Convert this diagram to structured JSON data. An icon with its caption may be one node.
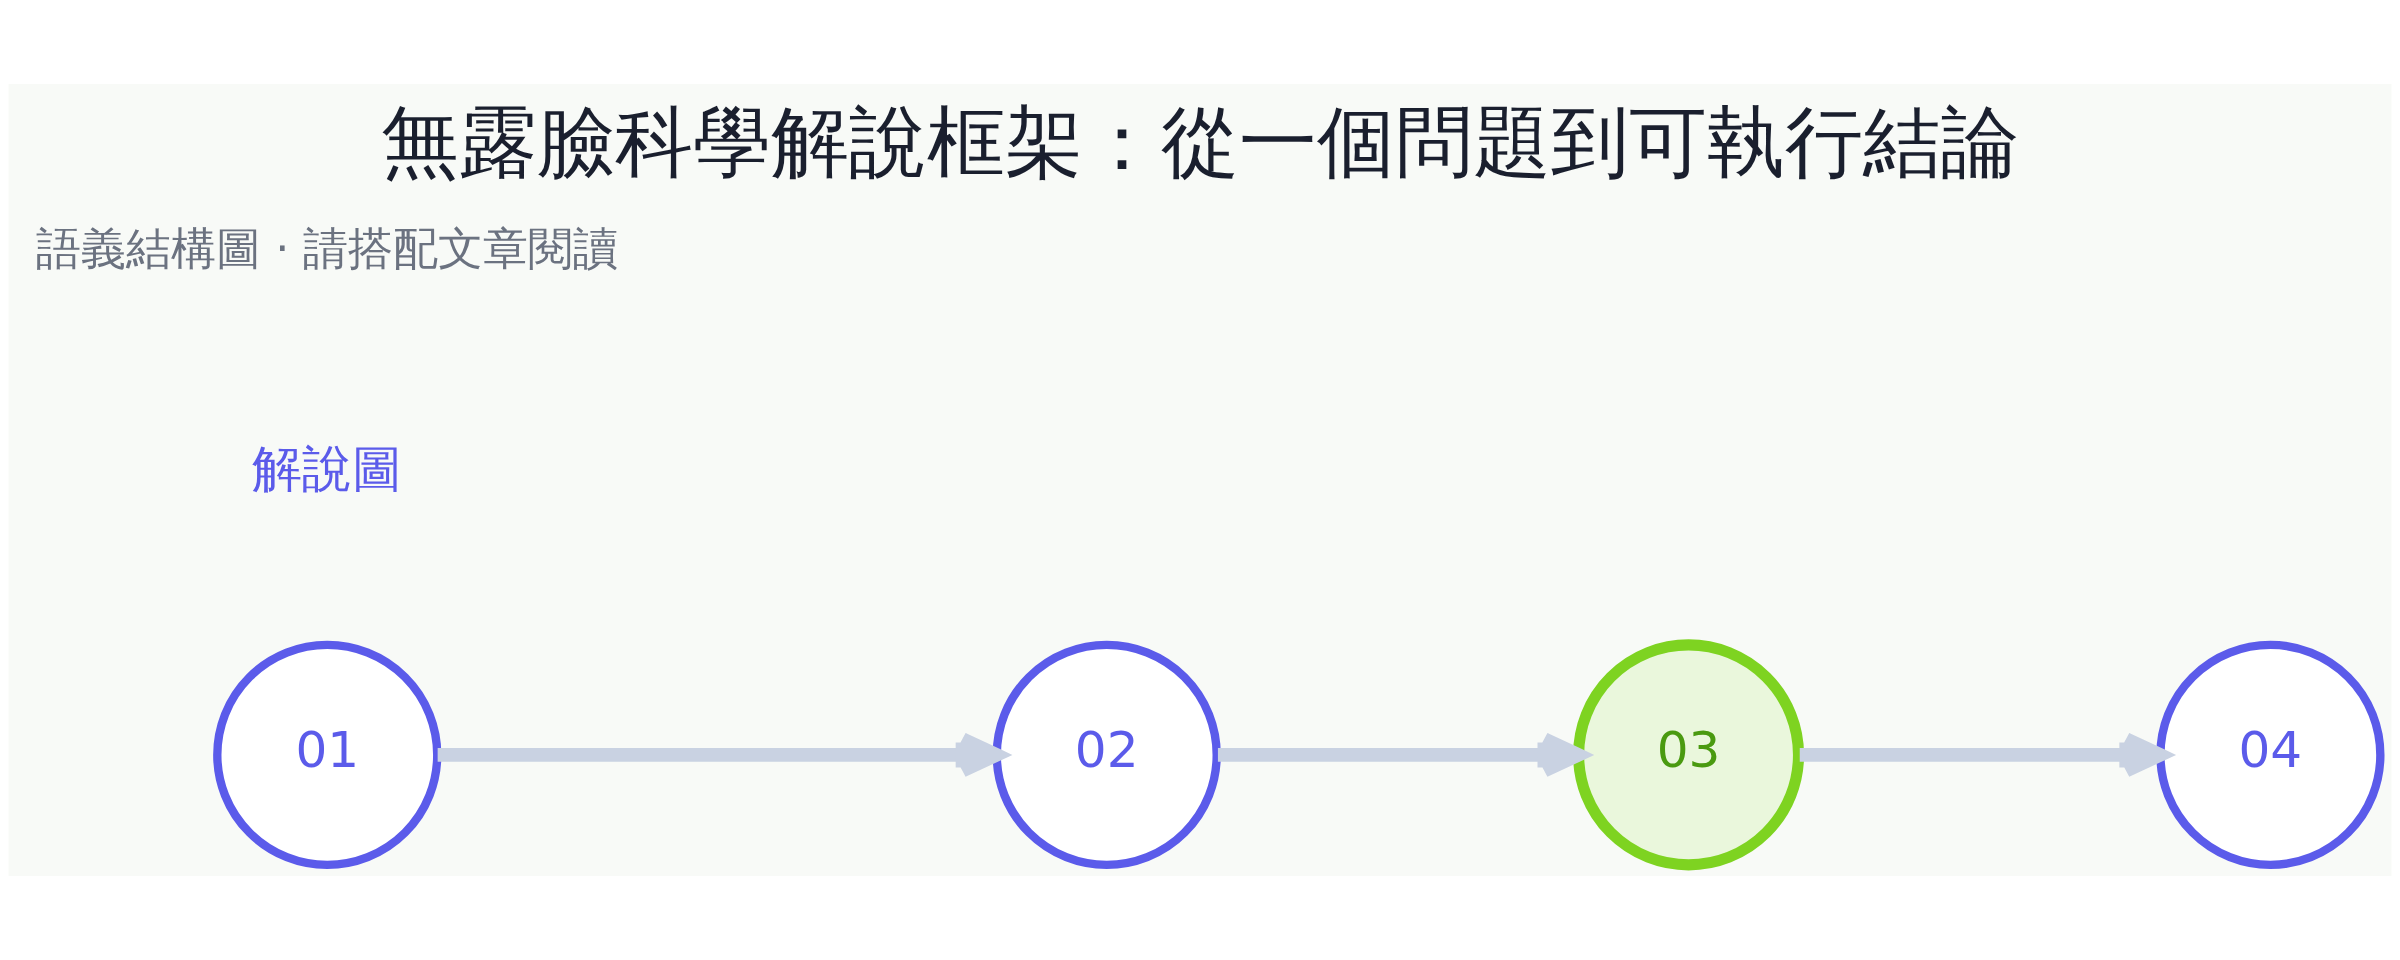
{
  "diagram": {
    "title": "無露臉科學解說框架：從一個問題到可執行結論",
    "caption": "語義結構圖 · 請搭配文章閱讀",
    "nodes": [
      {
        "text": [
          "01"
        ]
      },
      {
        "text": [
          "02"
        ]
      },
      {
        "text": [
          "03"
        ]
      },
      {
        "text": [
          "04"
        ]
      }
    ],
    "edges": [
      {
        "from": 0,
        "to": 1,
        "arrow": "to"
      },
      {
        "from": 1,
        "to": 2,
        "arrow": "to"
      },
      {
        "from": 2,
        "to": 3,
        "arrow": "to"
      }
    ],
    "labels": [
      "解說圖"
    ]
  }
}
